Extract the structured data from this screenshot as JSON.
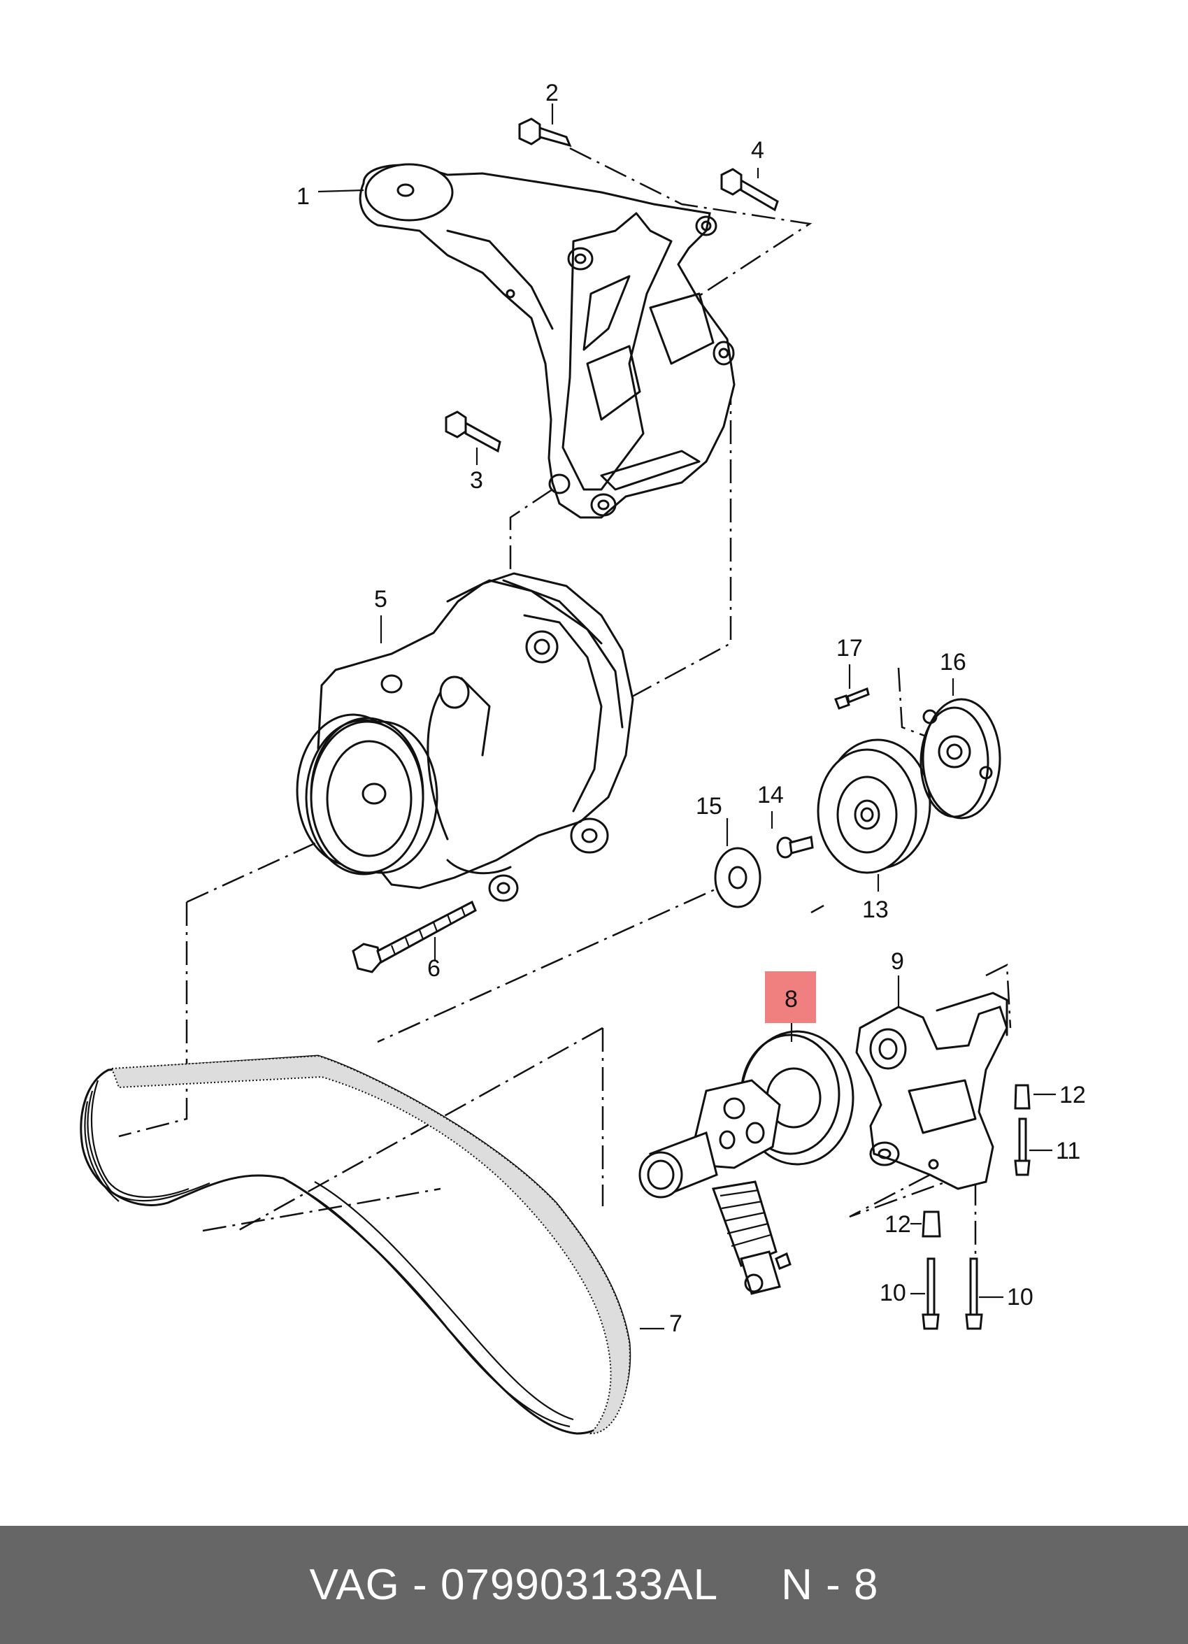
{
  "callouts": {
    "c1": "1",
    "c2": "2",
    "c3": "3",
    "c4": "4",
    "c5": "5",
    "c6": "6",
    "c7": "7",
    "c8": "8",
    "c9": "9",
    "c10a": "10",
    "c10b": "10",
    "c11": "11",
    "c12a": "12",
    "c12b": "12",
    "c13": "13",
    "c14": "14",
    "c15": "15",
    "c16": "16",
    "c17": "17"
  },
  "highlight_color": "#f08080",
  "footer": {
    "part": "VAG - 079903133AL",
    "position": "N - 8"
  }
}
